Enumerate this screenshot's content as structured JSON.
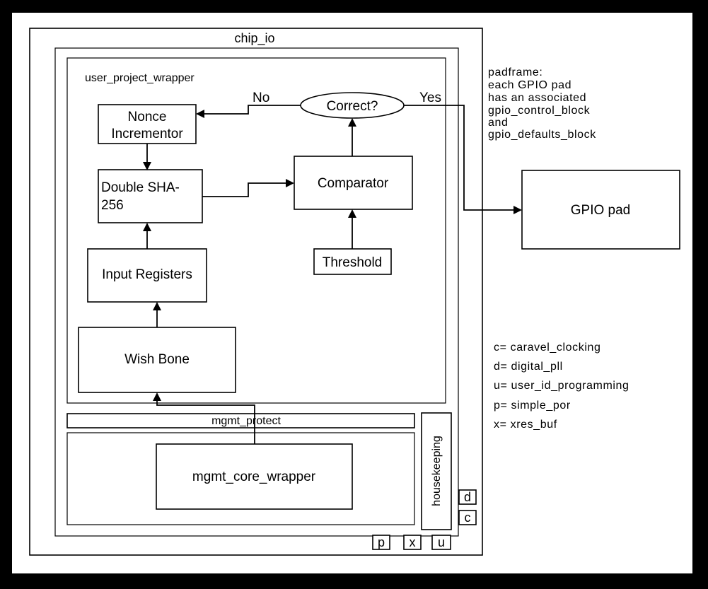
{
  "diagram": {
    "chip_io": "chip_io",
    "user_project_wrapper": "user_project_wrapper",
    "nonce_incrementor": [
      "Nonce",
      "Incrementor"
    ],
    "double_sha": [
      "Double SHA-",
      "256"
    ],
    "input_registers": "Input Registers",
    "wish_bone": "Wish Bone",
    "comparator": "Comparator",
    "threshold": "Threshold",
    "correct": "Correct?",
    "no": "No",
    "yes": "Yes",
    "gpio_pad": "GPIO pad",
    "mgmt_protect": "mgmt_protect",
    "mgmt_core_wrapper": "mgmt_core_wrapper",
    "housekeeping": "housekeeping",
    "small_blocks": {
      "d": "d",
      "c": "c",
      "p": "p",
      "x": "x",
      "u": "u"
    },
    "padframe_note": [
      "padframe:",
      "each GPIO pad",
      "has an associated",
      "gpio_control_block",
      "and",
      "gpio_defaults_block"
    ],
    "legend": [
      "c=  caravel_clocking",
      "d=  digital_pll",
      "u=  user_id_programming",
      "p=  simple_por",
      "x=  xres_buf"
    ]
  }
}
